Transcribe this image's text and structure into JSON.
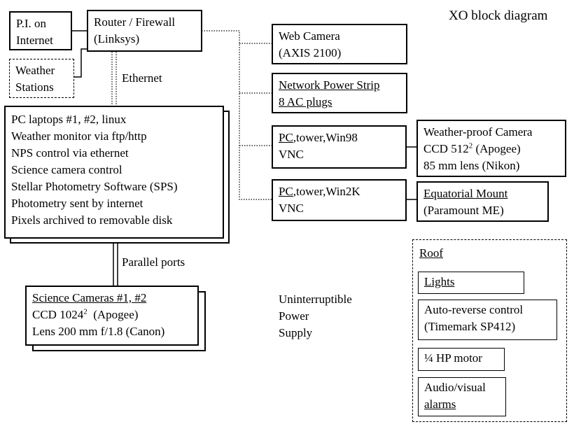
{
  "title": "XO block diagram",
  "labels": {
    "ethernet": "Ethernet",
    "parallel_ports": "Parallel ports"
  },
  "pi": {
    "line1": "P.I. on",
    "line2": "Internet"
  },
  "router": {
    "line1": "Router / Firewall",
    "line2": "(Linksys)"
  },
  "weather_stations": {
    "line1": "Weather",
    "line2": "Stations"
  },
  "pc_laptops": {
    "lines": [
      "PC laptops #1, #2, linux",
      "Weather monitor via ftp/http",
      "NPS control via ethernet",
      "Science camera control",
      "Stellar Photometry Software (SPS)",
      "Photometry sent by internet",
      "Pixels archived to removable disk"
    ]
  },
  "science_cameras": {
    "line1": "Science Cameras #1, #2",
    "line2_prefix": "CCD 1024",
    "line2_sup": "2",
    "line2_suffix": "  (Apogee)",
    "line3": "Lens 200 mm f/1.8 (Canon)"
  },
  "web_camera": {
    "line1": "Web Camera",
    "line2": "(AXIS 2100)"
  },
  "power_strip": {
    "line1": "Network Power Strip",
    "line2": "8 AC plugs"
  },
  "pc_win98": {
    "line1_u": "PC",
    "line1_rest": ",tower,Win98",
    "line2": "VNC"
  },
  "pc_win2k": {
    "line1_u": "PC",
    "line1_rest": ",tower,Win2K",
    "line2": "VNC"
  },
  "weather_camera": {
    "line1": "Weather-proof Camera",
    "line2_prefix": "CCD 512",
    "line2_sup": "2",
    "line2_suffix": " (Apogee)",
    "line3": "85 mm lens (Nikon)"
  },
  "mount": {
    "line1": "Equatorial Mount",
    "line2": "(Paramount ME)"
  },
  "ups": {
    "line1": "Uninterruptible",
    "line2": "Power",
    "line3": "Supply"
  },
  "roof": {
    "title": "Roof",
    "lights": "Lights",
    "auto_reverse_1": "Auto-reverse control",
    "auto_reverse_2": "(Timemark SP412)",
    "motor": "¼ HP motor",
    "alarms_1": "Audio/visual",
    "alarms_2": "alarms"
  }
}
